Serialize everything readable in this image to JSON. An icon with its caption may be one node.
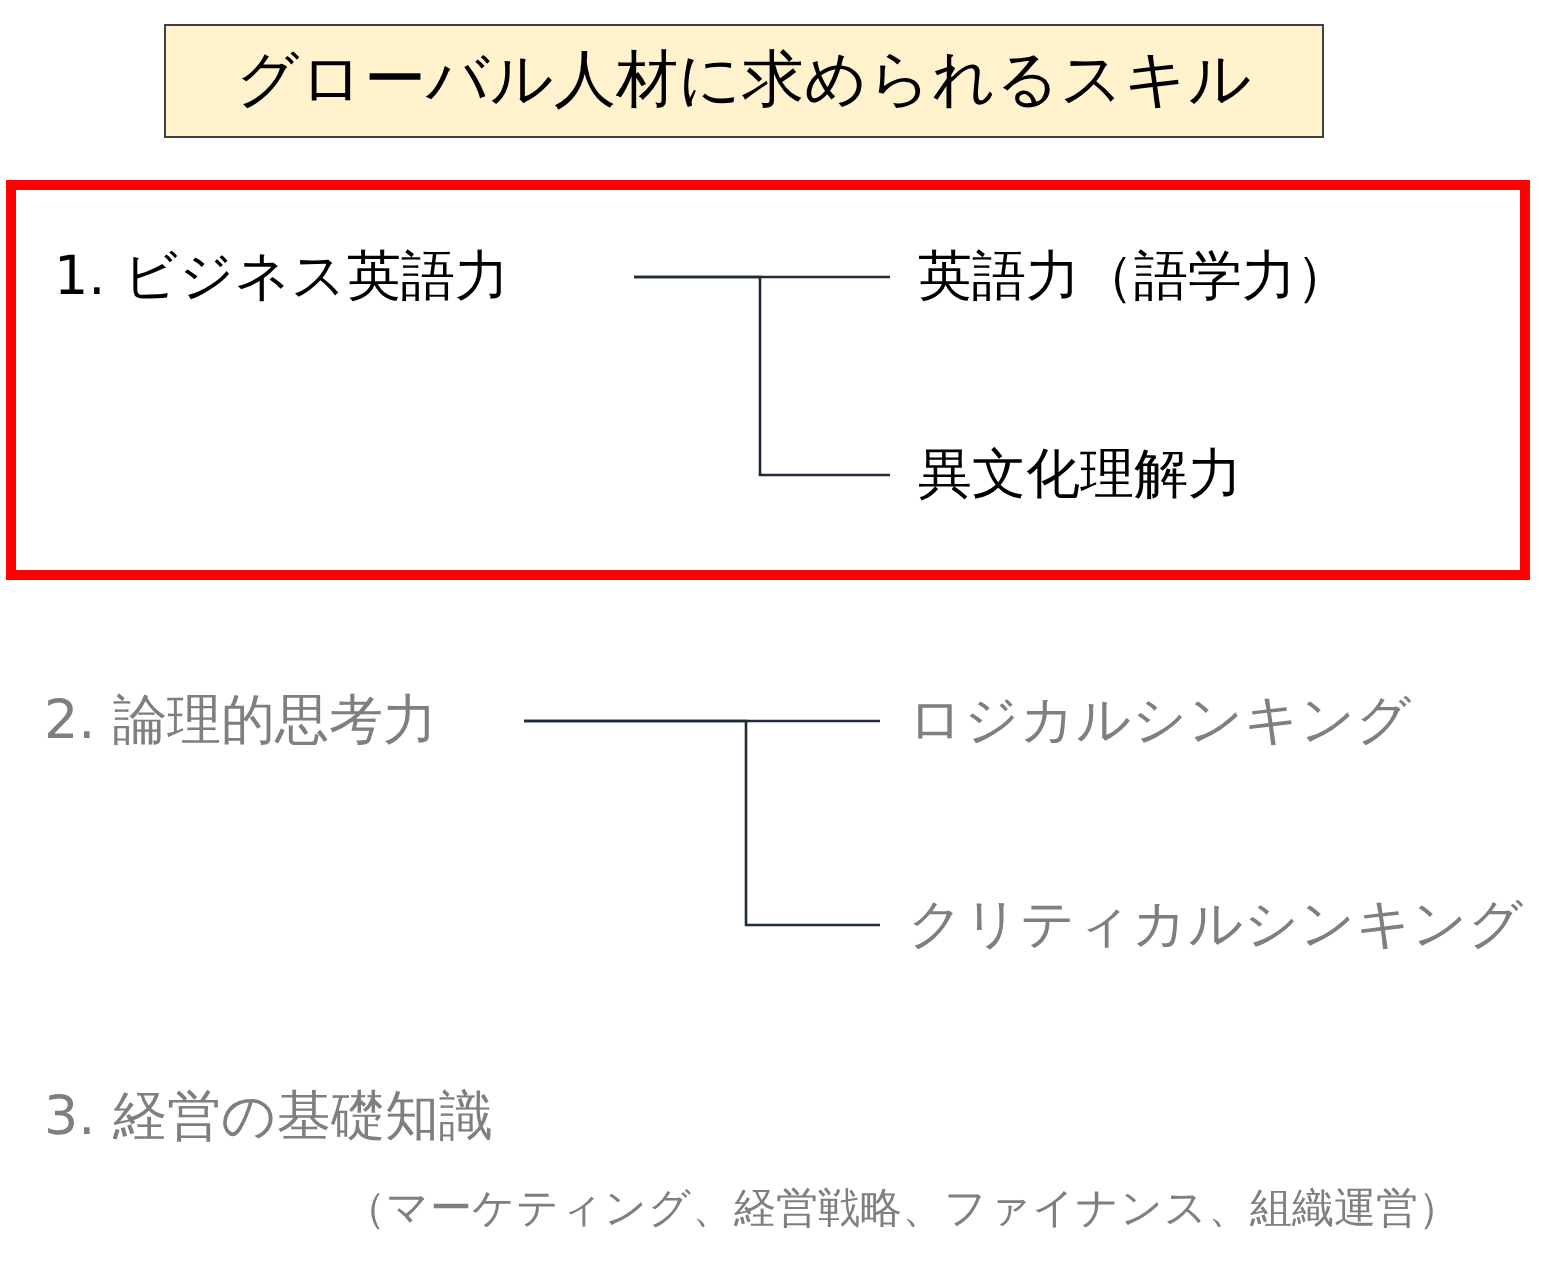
{
  "diagram": {
    "title": "グローバル人材に求められるスキル",
    "nodes": [
      {
        "text": [],
        "shape": "box"
      },
      {
        "text": [
          "1. ビジネス英語力"
        ],
        "in": 0
      },
      {
        "text": [
          "英語力（語学力）"
        ],
        "in": 0
      },
      {
        "text": [
          "異文化理解力"
        ],
        "in": 0
      },
      {
        "text": [
          "2. 論理的思考力"
        ]
      },
      {
        "text": [
          "ロジカルシンキング"
        ]
      },
      {
        "text": [
          "クリティカルシンキング"
        ]
      },
      {
        "text": [
          "3. 経営の基礎知識"
        ],
        "beside": [
          "（マーケティング、経営戦略、ファイナンス、組織運営）"
        ]
      }
    ],
    "edges": [
      {
        "from": 1,
        "to": 2,
        "arrow": "none"
      },
      {
        "from": 1,
        "to": 3,
        "arrow": "none"
      },
      {
        "from": 4,
        "to": 5,
        "arrow": "none"
      },
      {
        "from": 4,
        "to": 6,
        "arrow": "none"
      }
    ]
  }
}
